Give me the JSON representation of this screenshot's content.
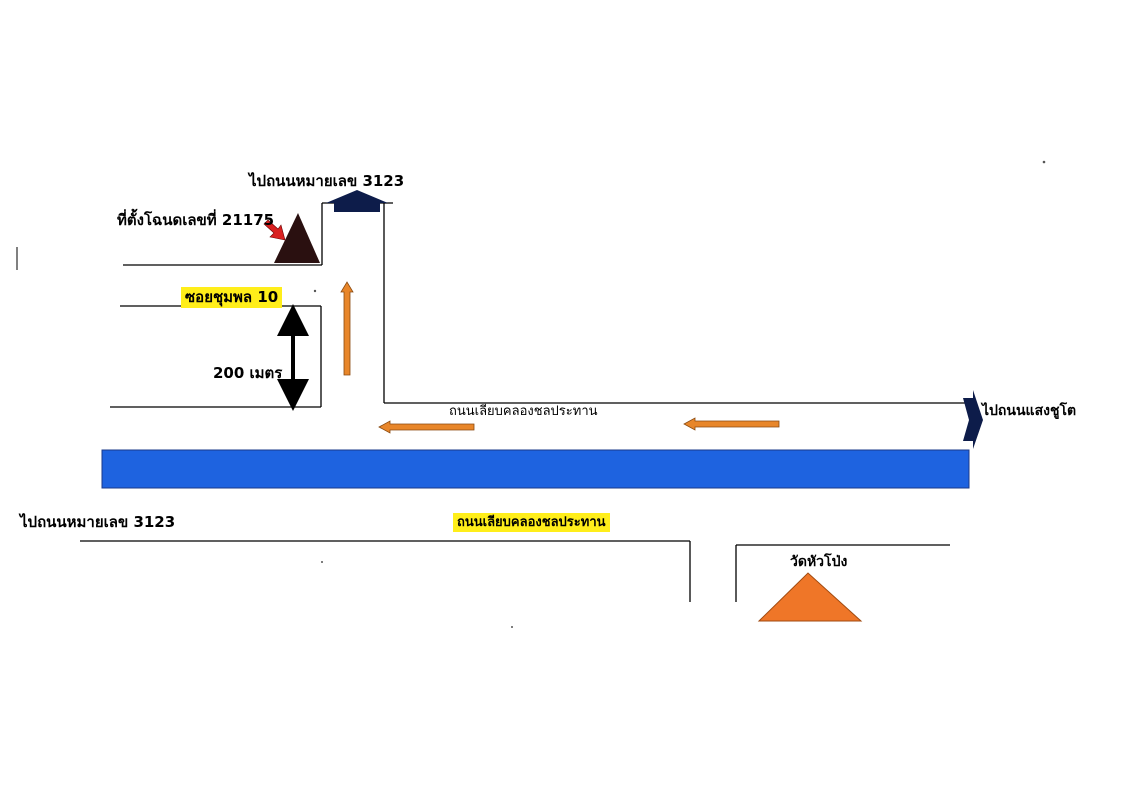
{
  "labels": {
    "to_road_3123_top": "ไปถนนหมายเลข 3123",
    "deed_location": "ที่ตั้งโฉนดเลขที่ 21175",
    "soi": "ซอยชุมพล 10",
    "distance": "200 เมตร",
    "canal_road_upper": "ถนนเลียบคลองชลประทาน",
    "to_saeng_chuto": "ไปถนนแสงชูโต",
    "to_road_3123_left": "ไปถนนหมายเลข 3123",
    "canal_road_lower": "ถนนเลียบคลองชลประทาน",
    "temple": "วัดหัวโป่ง"
  },
  "colors": {
    "canal": "#1e63e0",
    "road_line": "#000000",
    "flow_arrow": "#e8862a",
    "deed_marker": "#2a1010",
    "pointer": "#d92020",
    "direction_arrow": "#0d1c4a",
    "temple_marker": "#ef7628",
    "highlight": "#ffee1a"
  },
  "icons": [
    "deed-triangle-icon",
    "temple-triangle-icon",
    "north-direction-arrow-icon",
    "east-direction-arrow-icon",
    "red-pointer-arrow-icon"
  ]
}
